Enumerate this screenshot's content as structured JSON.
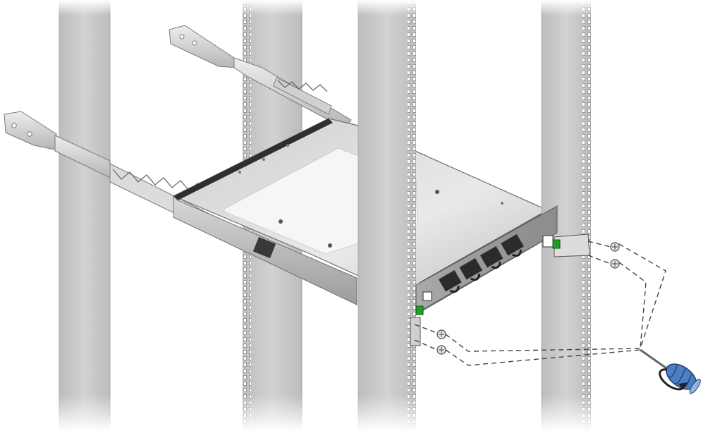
{
  "figure": {
    "title": "",
    "colors": {
      "rack_post_fill": "#c9c9c9",
      "rack_post_edge": "#9a9a9a",
      "chassis_light": "#e6e6e6",
      "chassis_dark": "#8f8f8f",
      "accent_green": "#1e9e2a",
      "screwdriver_blue": "#4a7fc4",
      "dash_line": "#444444"
    },
    "parts": [
      {
        "id": "rear-rail-upper",
        "icon": "slide-rail"
      },
      {
        "id": "rear-rail-lower",
        "icon": "slide-rail"
      },
      {
        "id": "switch-chassis",
        "icon": "rack-mount-chassis"
      },
      {
        "id": "front-screws-right",
        "icon": "screw"
      },
      {
        "id": "front-screws-left",
        "icon": "screw"
      },
      {
        "id": "screwdriver",
        "icon": "phillips-screwdriver"
      }
    ]
  }
}
